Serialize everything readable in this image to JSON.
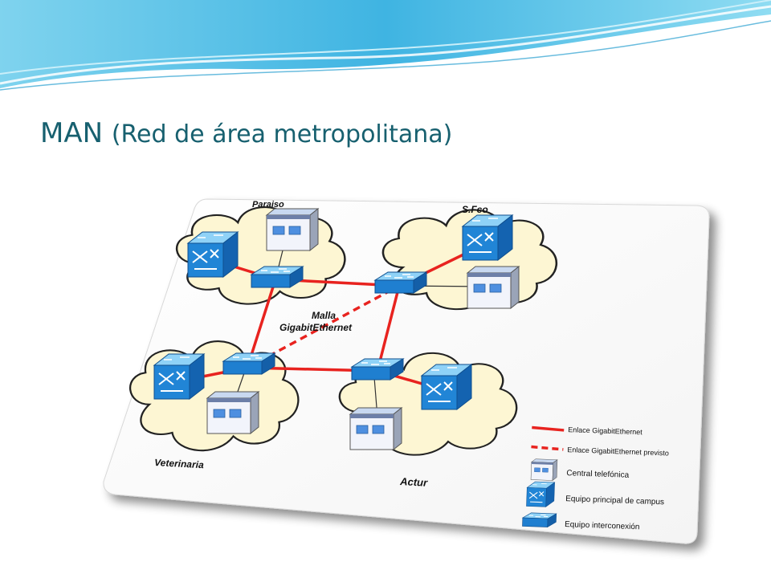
{
  "slide": {
    "title_main": "MAN",
    "title_sub": "(Red de área metropolitana)"
  },
  "diagram": {
    "sites": {
      "paraiso": "Paraiso",
      "sfco": "S.Fco",
      "veterinaria": "Veterinaria",
      "actur": "Actur"
    },
    "mesh_label_line1": "Malla",
    "mesh_label_line2": "GigabitEthernet"
  },
  "legend": {
    "items": [
      {
        "label": "Enlace GigabitEthernet",
        "symbol": "solid-line"
      },
      {
        "label": "Enlace GigabitEthernet previsto",
        "symbol": "dashed-line"
      },
      {
        "label": "Central telefónica",
        "symbol": "building-icon"
      },
      {
        "label": "Equipo principal de campus",
        "symbol": "core-switch-icon"
      },
      {
        "label": "Equipo interconexión",
        "symbol": "switch-icon"
      }
    ]
  },
  "colors": {
    "title": "#17606f",
    "link": "#e8231f",
    "cloud": "#fdf6d3",
    "device_blue": "#1f87d6",
    "wave": "#5dc3e8"
  }
}
